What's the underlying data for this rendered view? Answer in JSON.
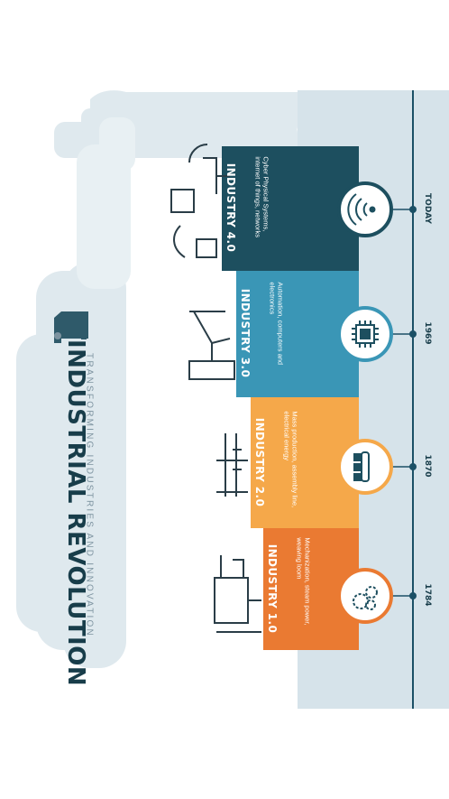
{
  "header": {
    "title": "INDUSTRIAL REVOLUTION",
    "subtitle": "TRANSFORMING INDUSTRIES AND INNOVATION"
  },
  "stages": [
    {
      "title": "INDUSTRY 1.0",
      "description": "Mechanization, steam power, weaving loom",
      "year": "1784",
      "color": "#ea7a32",
      "icon": "gears-icon"
    },
    {
      "title": "INDUSTRY 2.0",
      "description": "Mass production, assembly line, electrical energy",
      "year": "1870",
      "color": "#f5a84a",
      "icon": "conveyor-icon"
    },
    {
      "title": "INDUSTRY 3.0",
      "description": "Automation, computers and electronics",
      "year": "1969",
      "color": "#3a96b6",
      "icon": "chip-icon"
    },
    {
      "title": "INDUSTRY 4.0",
      "description": "Cyber Physical Systems, internet of things, networks",
      "year": "TODAY",
      "color": "#1d4f5f",
      "icon": "wifi-icon"
    }
  ],
  "colors": {
    "background": "#ffffff",
    "panel": "#d6e3ea",
    "timeline": "#1b5066",
    "title": "#183d4a"
  }
}
